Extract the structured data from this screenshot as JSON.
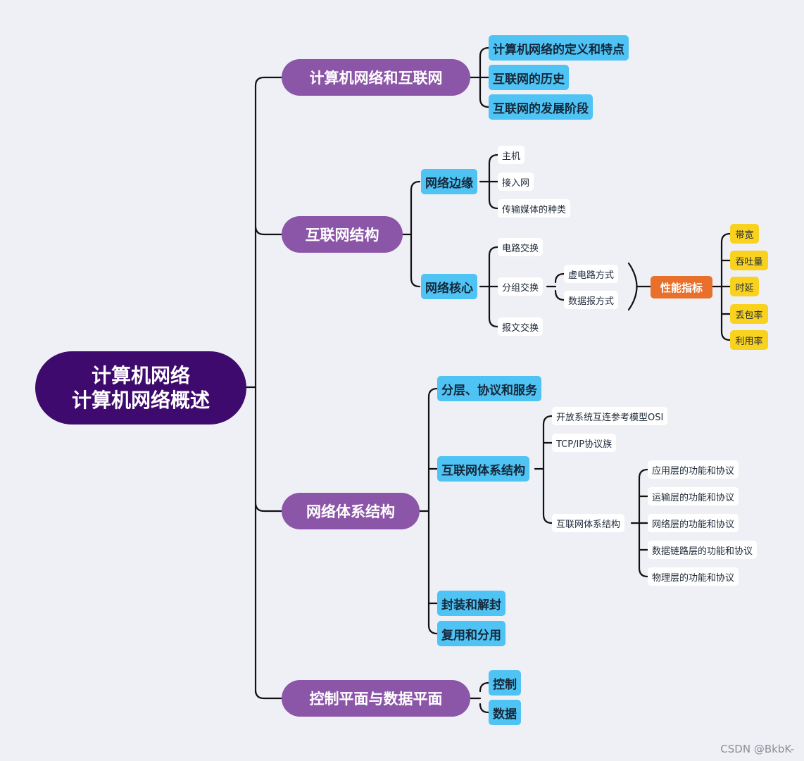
{
  "root": {
    "line1": "计算机网络",
    "line2": "计算机网络概述"
  },
  "topics": [
    {
      "label": "计算机网络和互联网",
      "children": [
        "计算机网络的定义和特点",
        "互联网的历史",
        "互联网的发展阶段"
      ]
    },
    {
      "label": "互联网结构",
      "edge": {
        "label": "网络边缘",
        "children": [
          "主机",
          "接入网",
          "传输媒体的种类"
        ]
      },
      "core": {
        "label": "网络核心",
        "circuit": "电路交换",
        "packet": "分组交换",
        "message": "报文交换",
        "packet_children": [
          "虚电路方式",
          "数据报方式"
        ]
      },
      "metrics": {
        "label": "性能指标",
        "items": [
          "带宽",
          "吞吐量",
          "时延",
          "丢包率",
          "利用率"
        ]
      }
    },
    {
      "label": "网络体系结构",
      "layering": "分层、协议和服务",
      "arch": {
        "label": "互联网体系结构",
        "osi": "开放系统互连参考模型OSI",
        "tcpip": "TCP/IP协议族",
        "inet": {
          "label": "互联网体系结构",
          "layers": [
            "应用层的功能和协议",
            "运输层的功能和协议",
            "网络层的功能和协议",
            "数据链路层的功能和协议",
            "物理层的功能和协议"
          ]
        }
      },
      "encap": "封装和解封",
      "mux": "复用和分用"
    },
    {
      "label": "控制平面与数据平面",
      "children": [
        "控制",
        "数据"
      ]
    }
  ],
  "watermark": "CSDN @BkbK-"
}
